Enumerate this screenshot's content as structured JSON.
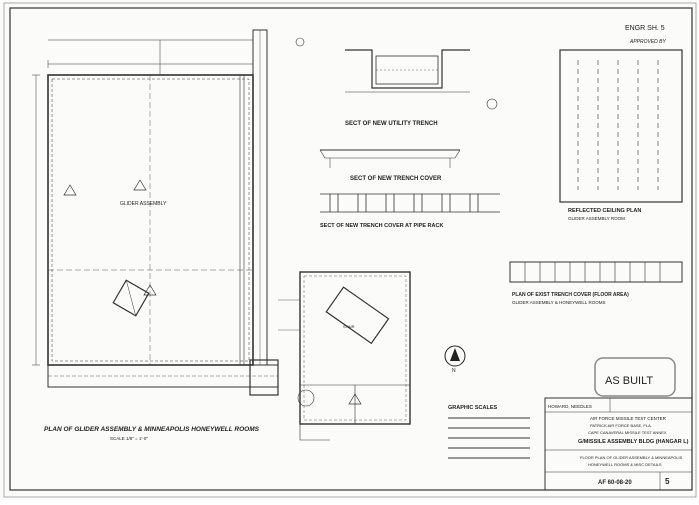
{
  "header": {
    "sheet_label": "ENGR SH. 5",
    "approval_note": "APPROVED BY"
  },
  "plans": {
    "main_title": "PLAN OF GLIDER ASSEMBLY & MINNEAPOLIS HONEYWELL ROOMS",
    "main_scale": "SCALE 1/8\" = 1'-0\"",
    "glider_room_label": "GLIDER ASSEMBLY",
    "north_arrow": "N",
    "utility_trench_title": "SECT OF NEW UTILITY TRENCH",
    "trench_cover_title": "SECT OF NEW TRENCH COVER",
    "trench_cover_fab_title": "SECT OF NEW TRENCH COVER AT PIPE RACK",
    "ceiling_plan_title": "REFLECTED CEILING PLAN",
    "ceiling_plan_sub": "GLIDER ASSEMBLY ROOM",
    "exist_trench_title": "PLAN OF EXIST TRENCH COVER (FLOOR AREA)",
    "exist_trench_sub": "GLIDER ASSEMBLY & HONEYWELL ROOMS",
    "graphic_scales_title": "GRAPHIC SCALES",
    "stair_label": "STAIR",
    "as_built_stamp": "AS BUILT"
  },
  "title_block": {
    "org_line1": "AIR FORCE MISSILE TEST CENTER",
    "org_line2": "PATRICK AIR FORCE BASE, FLA.",
    "org_line3": "CAPE CANAVERAL MISSILE TEST ANNEX",
    "project": "G/MISSILE ASSEMBLY BLDG (HANGAR L)",
    "drawing_title": "FLOOR PLAN OF GLIDER ASSEMBLY & MINNEAPOLIS",
    "drawing_title2": "HONEYWELL ROOMS & MISC DETAILS",
    "engineer": "HOWARD, NEEDLES",
    "sheet_no": "5",
    "drawing_no": "AF 60-08-20"
  }
}
